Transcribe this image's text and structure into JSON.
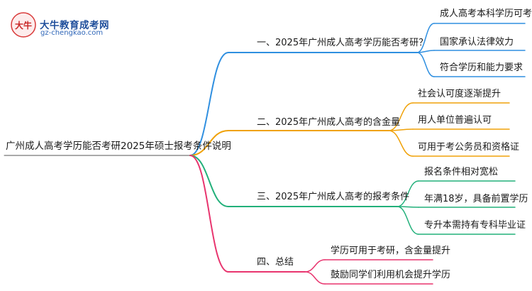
{
  "logo": {
    "title": "大牛教育成考网",
    "url": "gz-chengkao.com",
    "mark_text": "大牛"
  },
  "root": "广州成人高考学历能否考研2025年硕士报考条件说明",
  "branches": [
    {
      "label": "一、2025年广州成人高考学历能否考研？",
      "color": "#2f8fe0",
      "leaves": [
        "成人高考本科学历可考研",
        "国家承认法律效力",
        "符合学历和能力要求"
      ]
    },
    {
      "label": "二、2025年广州成人高考的含金量",
      "color": "#f0a20a",
      "leaves": [
        "社会认可度逐渐提升",
        "用人单位普遍认可",
        "可用于考公务员和资格证"
      ]
    },
    {
      "label": "三、2025年广州成人高考的报考条件",
      "color": "#22b07a",
      "leaves": [
        "报名条件相对宽松",
        "年满18岁，具备前置学历",
        "专升本需持有专科毕业证"
      ]
    },
    {
      "label": "四、总结",
      "color": "#e8346e",
      "leaves": [
        "学历可用于考研，含金量提升",
        "鼓励同学们利用机会提升学历"
      ]
    }
  ]
}
